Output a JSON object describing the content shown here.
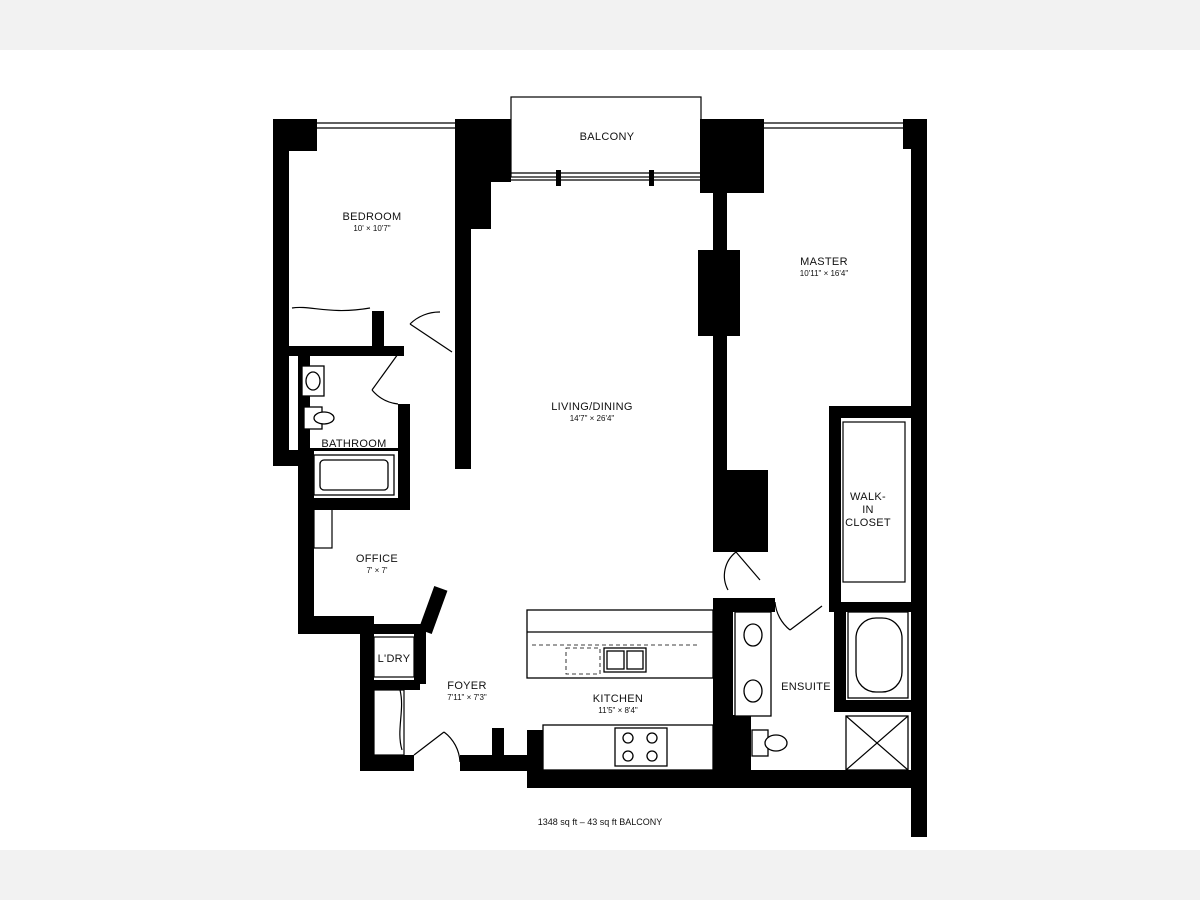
{
  "rooms": {
    "bedroom": {
      "name": "BEDROOM",
      "dims": "10' × 10'7\""
    },
    "balcony": {
      "name": "BALCONY"
    },
    "master": {
      "name": "MASTER",
      "dims": "10'11\" × 16'4\""
    },
    "living": {
      "name": "LIVING/DINING",
      "dims": "14'7\" × 26'4\""
    },
    "bathroom": {
      "name": "BATHROOM"
    },
    "walkin_line1": "WALK-",
    "walkin_line2": "IN",
    "walkin_line3": "CLOSET",
    "office": {
      "name": "OFFICE",
      "dims": "7' × 7'"
    },
    "laundry": {
      "name": "L'DRY"
    },
    "foyer": {
      "name": "FOYER",
      "dims": "7'11\" × 7'3\""
    },
    "kitchen": {
      "name": "KITCHEN",
      "dims": "11'5\" × 8'4\""
    },
    "ensuite": {
      "name": "ENSUITE"
    }
  },
  "footer": "1348 sq ft  –  43 sq ft BALCONY",
  "colors": {
    "wall": "#000000",
    "background": "#ffffff",
    "margin": "#f2f2f2"
  }
}
